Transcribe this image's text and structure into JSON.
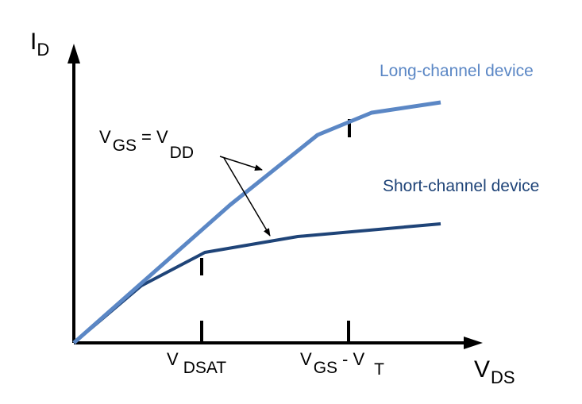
{
  "axes": {
    "y_main": "I",
    "y_sub": "D",
    "x_main": "V",
    "x_sub": "DS"
  },
  "curves": {
    "long": {
      "label": "Long-channel device",
      "color": "#5b87c5"
    },
    "short": {
      "label": "Short-channel device",
      "color": "#1f4478"
    }
  },
  "annotation": {
    "v1": "V",
    "gs": "GS",
    "eq": "= V",
    "dd": "DD"
  },
  "ticks": {
    "vdsat_v": "V",
    "vdsat_sub": "DSAT",
    "vgs_v": "V",
    "vgs_sub": "GS",
    "minus_v": "- V",
    "t_sub": "T"
  }
}
